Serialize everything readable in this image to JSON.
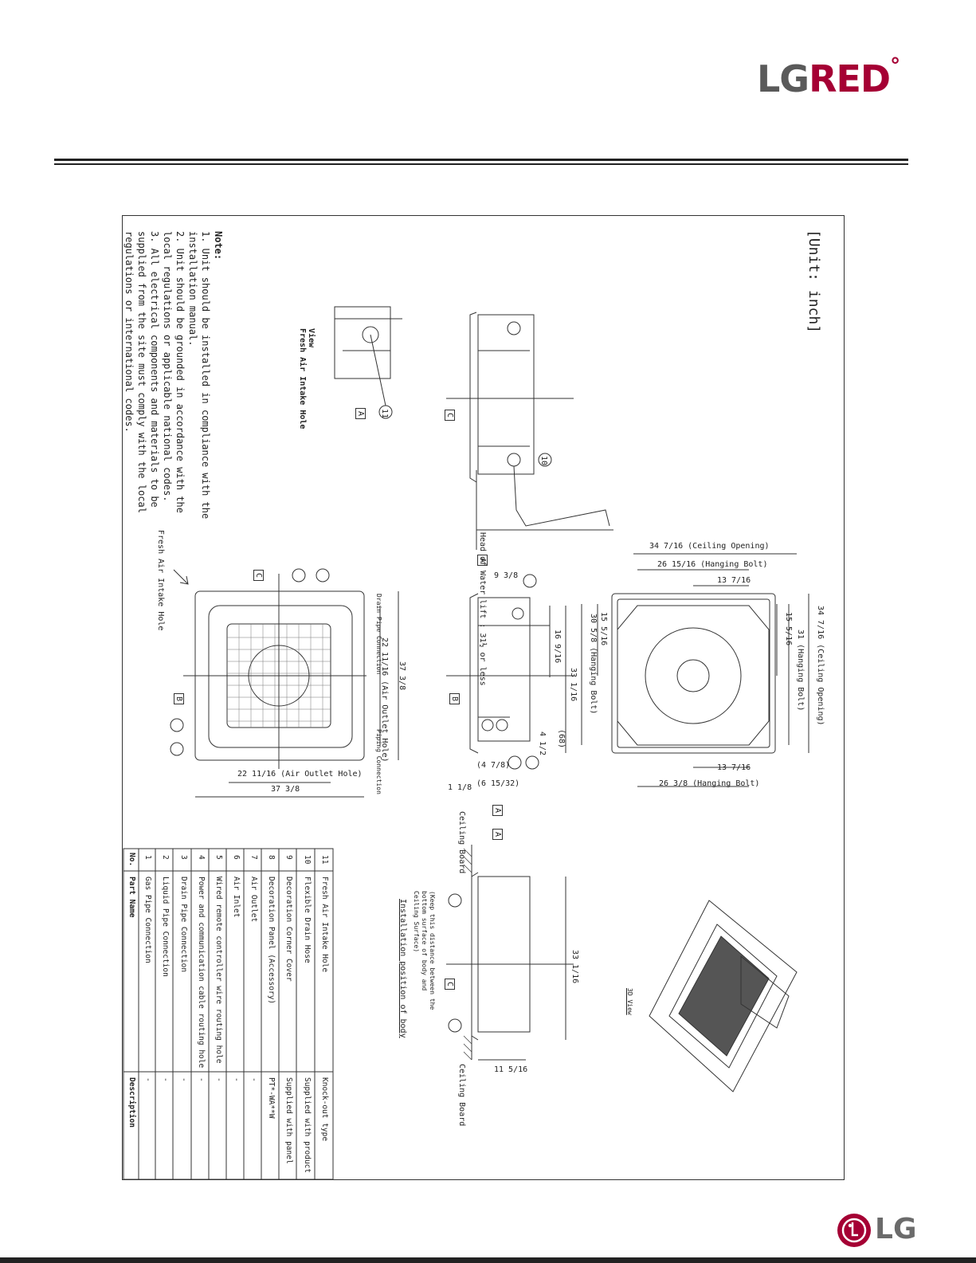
{
  "brand": {
    "lg": "LG",
    "red": "RED",
    "degree": "°",
    "footer_logo": "LG"
  },
  "unit_label": "[Unit: inch]",
  "notes": {
    "heading": "Note:",
    "items": [
      "1. Unit should be installed in compliance with the",
      "   installation manual.",
      "2. Unit should be grounded in accordance with the",
      "   local regulations or applicable national codes.",
      "3. All electrical components and materials to be",
      "   supplied from the site must comply with the local",
      "   regulations or international codes."
    ]
  },
  "fresh_air_view": {
    "view": "View",
    "title": "Fresh Air Intake Hole",
    "marker": "A",
    "balloon": "11"
  },
  "side_view": {
    "water_lift": "Head of Water lift : 31½ or less",
    "marker_c": "C",
    "marker_a": "A",
    "balloon": "10"
  },
  "top_view": {
    "ceiling_opening_top": "34 7/16 (Ceiling Opening)",
    "hanging_bolt_top": "26 15/16 (Hanging Bolt)",
    "dim_13_top": "13 7/16",
    "dim_13_bottom": "13 7/16",
    "hanging_bolt_bottom": "26 3/8 (Hanging Bolt)",
    "ceiling_opening_right": "34 7/16 (Ceiling Opening)",
    "hanging_bolt_right": "31 (Hanging Bolt)",
    "hanging_bolt_left": "30 5/8 (Hanging Bolt)",
    "dim_15_left": "15 5/16",
    "dim_15_right": "15 5/16"
  },
  "front_view": {
    "fresh_air_label": "Fresh Air Intake Hole",
    "drain_pipe": "Drain Pipe Connection",
    "piping": "Piping Connection",
    "air_outlet_right": "22 11/16 (Air Outlet Hole)",
    "dim_37_right": "37 3/8",
    "air_outlet_bottom": "22 11/16 (Air Outlet Hole)",
    "dim_37_bottom": "37 3/8",
    "marker_b": "B",
    "marker_c": "C"
  },
  "mid_view": {
    "dim_9": "9 3/8",
    "dim_16": "16 9/16",
    "dim_33": "33 1/16",
    "dim_4": "4 1/2",
    "dim_68": "(68)",
    "dim_42": "(4 7/8)",
    "dim_6": "(6 15/32)",
    "dim_1": "1 1/8",
    "marker_b": "B"
  },
  "install_view": {
    "title": "Installation position of body",
    "keep_note": "(Keep this distance between the bottom surface of body and Ceiling Surface)",
    "ceiling_board_1": "Ceiling Board",
    "ceiling_board_2": "Ceiling Board",
    "dim_33": "33 1/16",
    "dim_11": "11 5/16",
    "view_3d": "3D View",
    "marker_c": "C",
    "marker_a1": "A",
    "marker_a2": "A"
  },
  "parts_table": {
    "headers": {
      "no": "No.",
      "name": "Part Name",
      "desc": "Description"
    },
    "rows": [
      {
        "no": "11",
        "name": "Fresh Air Intake Hole",
        "desc": "Knock-out type"
      },
      {
        "no": "10",
        "name": "Flexible Drain Hose",
        "desc": "Supplied with product"
      },
      {
        "no": "9",
        "name": "Decoration Corner Cover",
        "desc": "Supplied with panel"
      },
      {
        "no": "8",
        "name": "Decoration Panel (Accessory)",
        "desc": "PT*-WA**W"
      },
      {
        "no": "7",
        "name": "Air Outlet",
        "desc": "-"
      },
      {
        "no": "6",
        "name": "Air Inlet",
        "desc": "-"
      },
      {
        "no": "5",
        "name": "Wired remote controller wire routing hole",
        "desc": "-"
      },
      {
        "no": "4",
        "name": "Power and communication cable routing hole",
        "desc": "-"
      },
      {
        "no": "3",
        "name": "Drain Pipe Connection",
        "desc": "-"
      },
      {
        "no": "2",
        "name": "Liquid Pipe Connection",
        "desc": "-"
      },
      {
        "no": "1",
        "name": "Gas Pipe Connection",
        "desc": "-"
      }
    ]
  }
}
